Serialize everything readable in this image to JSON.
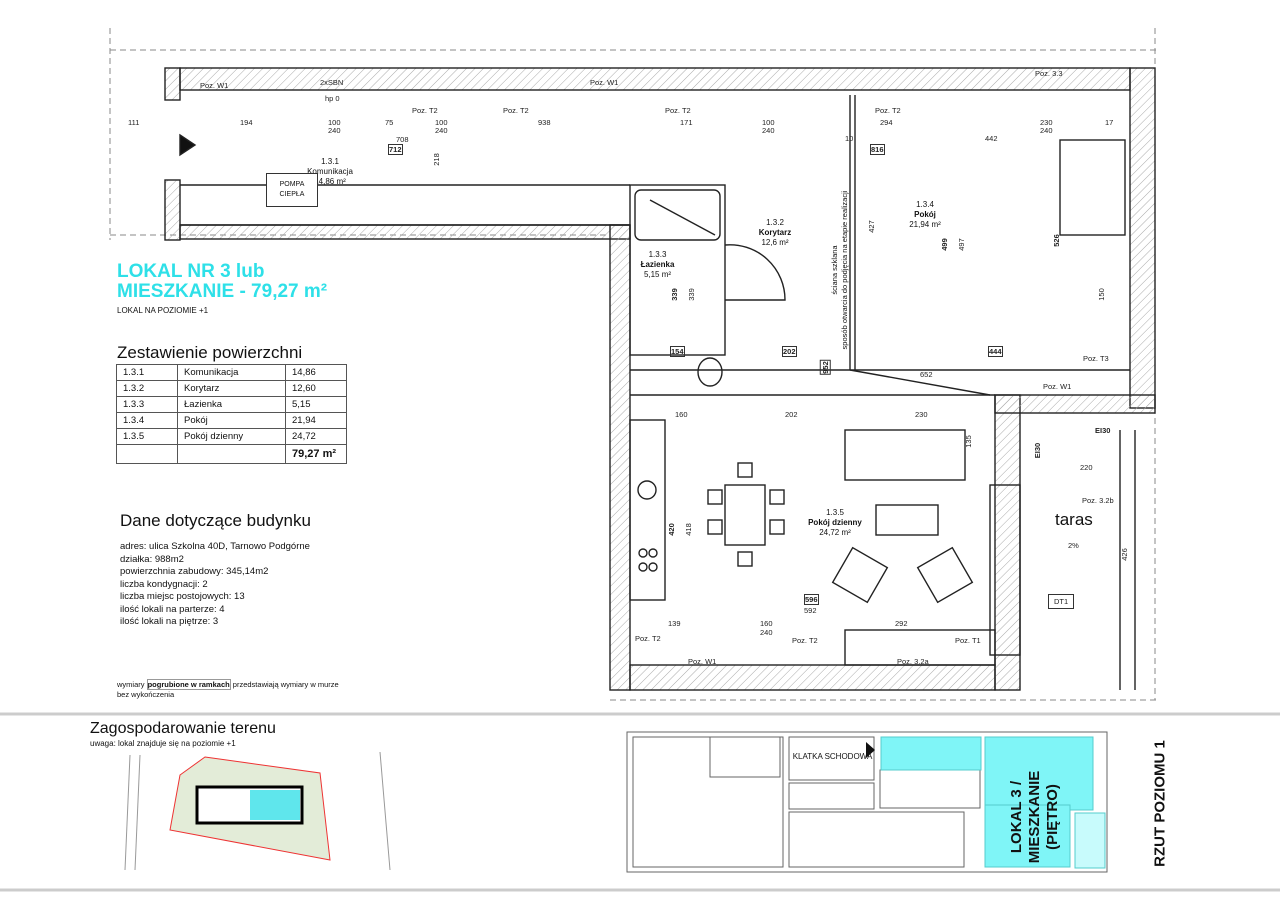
{
  "header": {
    "title_line1": "LOKAL NR 3 lub",
    "title_line2": "MIESZKANIE - 79,27 m²",
    "subtitle": "LOKAL NA POZIOMIE +1"
  },
  "areas": {
    "heading": "Zestawienie powierzchni",
    "rows": [
      {
        "id": "1.3.1",
        "name": "Komunikacja",
        "area": "14,86"
      },
      {
        "id": "1.3.2",
        "name": "Korytarz",
        "area": "12,60"
      },
      {
        "id": "1.3.3",
        "name": "Łazienka",
        "area": "5,15"
      },
      {
        "id": "1.3.4",
        "name": "Pokój",
        "area": "21,94"
      },
      {
        "id": "1.3.5",
        "name": "Pokój dzienny",
        "area": "24,72"
      }
    ],
    "total": "79,27 m²"
  },
  "building": {
    "heading": "Dane dotyczące budynku",
    "lines": [
      "adres: ulica Szkolna 40D, Tarnowo Podgórne",
      "działka: 988m2",
      "powierzchnia zabudowy: 345,14m2",
      "liczba kondygnacji: 2",
      "liczba miejsc postojowych: 13",
      "ilość lokali na parterze: 4",
      "ilość lokali na piętrze: 3"
    ],
    "note_prefix": "wymiary",
    "note_bold": "pogrubione w ramkach",
    "note_suffix": "przedstawiają wymiary w murze bez wykończenia"
  },
  "site": {
    "heading": "Zagospodarowanie terenu",
    "note": "uwaga: lokal znajduje się na poziomie +1"
  },
  "plan": {
    "rooms": [
      {
        "id": "1.3.1",
        "name": "Komunikacja",
        "area": "14,86 m²"
      },
      {
        "id": "1.3.2",
        "name": "Korytarz",
        "area": "12,6 m²"
      },
      {
        "id": "1.3.3",
        "name": "Łazienka",
        "area": "5,15 m²"
      },
      {
        "id": "1.3.4",
        "name": "Pokój",
        "area": "21,94 m²"
      },
      {
        "id": "1.3.5",
        "name": "Pokój dzienny",
        "area": "24,72 m²"
      }
    ],
    "heat_pump": "POMPA CIEPŁA",
    "terrace": "taras",
    "slope": "2%",
    "dt1": "DT1",
    "glass_wall": "ściana szklana",
    "glass_wall_note": "sposób otwarcia do podjęcia na etapie realizacji",
    "labels": [
      "Poz. W1",
      "Poz. T2",
      "Poz. T2",
      "Poz. W1",
      "Poz. T2",
      "Poz. T2",
      "Poz. 3.3",
      "Poz. T3",
      "Poz. W1",
      "Poz. 3.2b",
      "Poz. T2",
      "Poz. T2",
      "Poz. T1",
      "Poz. 3.2a",
      "Poz. W1",
      "EI30",
      "EI30",
      "2xSBN",
      "hp 0"
    ],
    "dims": [
      "111",
      "194",
      "100",
      "240",
      "75",
      "100",
      "240",
      "938",
      "171",
      "100",
      "240",
      "10",
      "294",
      "230",
      "240",
      "17",
      "442",
      "712",
      "708",
      "218",
      "816",
      "499",
      "497",
      "526",
      "427",
      "339",
      "339",
      "154",
      "202",
      "444",
      "652",
      "160",
      "202",
      "230",
      "418",
      "420",
      "596",
      "592",
      "292",
      "139",
      "160",
      "240",
      "220",
      "426",
      "952",
      "150",
      "135"
    ]
  },
  "keyplan": {
    "stair": "KLATKA SCHODOWA",
    "unit": "LOKAL 3 / MIESZKANIE (PIĘTRO)",
    "caption": "RZUT POZIOMU 1"
  },
  "colors": {
    "accent": "#2ee0e8",
    "highlight": "#7ff5f7"
  }
}
